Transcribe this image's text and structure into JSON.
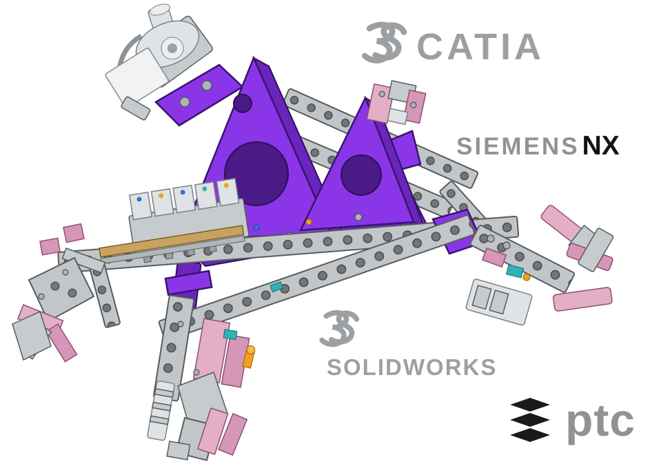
{
  "background": "#ffffff",
  "logos": {
    "catia": {
      "icon": "dassault-3ds-monogram-icon",
      "label": "CATIA",
      "color": "#9da0a3"
    },
    "siemens_nx": {
      "brand": "SIEMENS",
      "product": "NX",
      "brand_color": "#909396",
      "product_color": "#141414"
    },
    "solidworks": {
      "icon": "dassault-3ds-monogram-icon",
      "label": "SOLIDWORKS",
      "color": "#9da0a3"
    },
    "ptc": {
      "icon": "ptc-mark-icon",
      "label": "ptc",
      "color": "#8f9296",
      "mark_color": "#1a1a1a"
    }
  },
  "illustration": {
    "subject": "cad-fixture-gripper-assembly",
    "colors": {
      "frame_purple": "#8a36e8",
      "beam_grey": "#c2c6c8",
      "clamp_pink": "#e3aec6",
      "robot_grey": "#dfe3e6",
      "bar_tan": "#c9a25f",
      "accent_orange": "#f0a01e",
      "accent_teal": "#2fb3b3",
      "accent_blue": "#3a6fd8"
    }
  }
}
